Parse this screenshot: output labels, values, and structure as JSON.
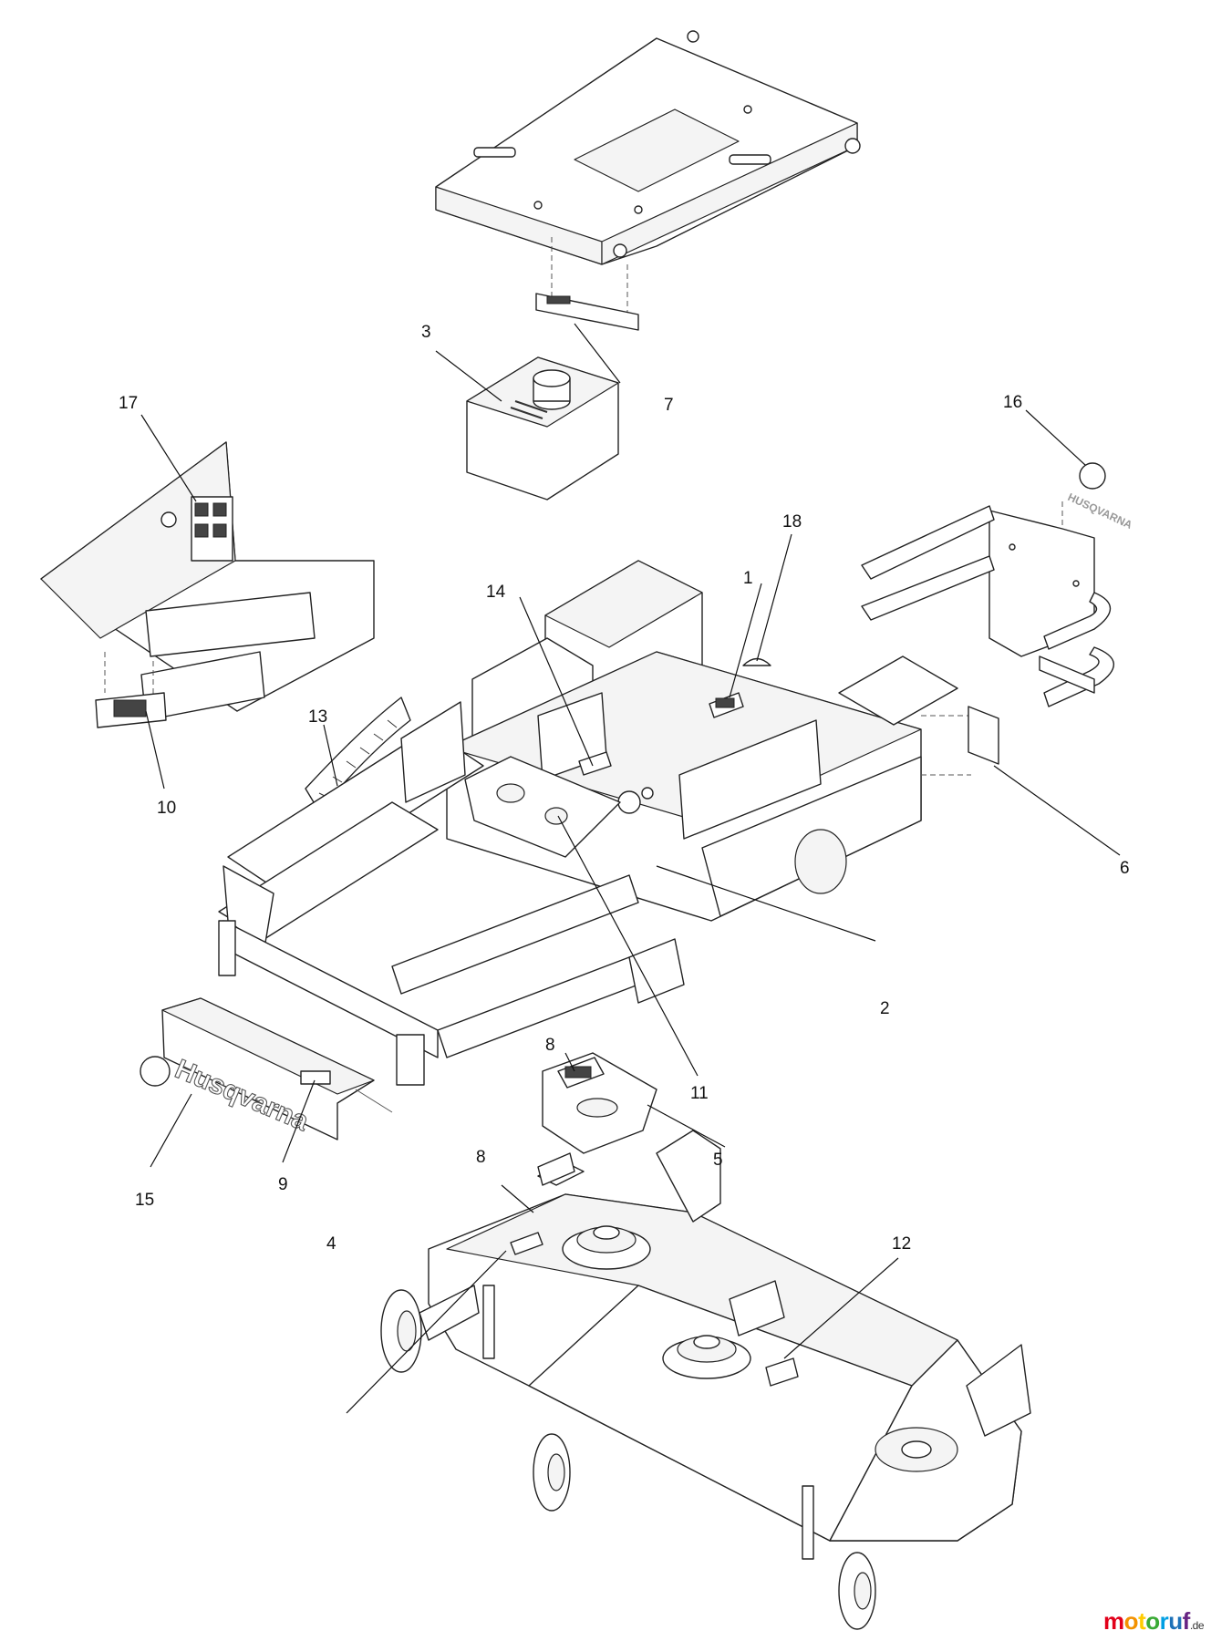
{
  "diagram": {
    "callouts": [
      {
        "id": "c1",
        "label": "1"
      },
      {
        "id": "c2",
        "label": "2"
      },
      {
        "id": "c3",
        "label": "3"
      },
      {
        "id": "c4",
        "label": "4"
      },
      {
        "id": "c5",
        "label": "5"
      },
      {
        "id": "c6",
        "label": "6"
      },
      {
        "id": "c7",
        "label": "7"
      },
      {
        "id": "c8a",
        "label": "8"
      },
      {
        "id": "c8b",
        "label": "8"
      },
      {
        "id": "c9",
        "label": "9"
      },
      {
        "id": "c10",
        "label": "10"
      },
      {
        "id": "c11",
        "label": "11"
      },
      {
        "id": "c12",
        "label": "12"
      },
      {
        "id": "c13",
        "label": "13"
      },
      {
        "id": "c14",
        "label": "14"
      },
      {
        "id": "c15",
        "label": "15"
      },
      {
        "id": "c16",
        "label": "16"
      },
      {
        "id": "c17",
        "label": "17"
      },
      {
        "id": "c18",
        "label": "18"
      }
    ],
    "decals": {
      "husqvarna_logo": "Husqvarna",
      "husqvarna_small": "HUSQVARNA"
    }
  },
  "watermark": {
    "brand_main": "motoruf",
    "brand_suffix": ".de",
    "colors": [
      "#e2001a",
      "#f39200",
      "#ffcc00",
      "#3aaa35",
      "#009fe3",
      "#1d71b8",
      "#662483"
    ]
  }
}
